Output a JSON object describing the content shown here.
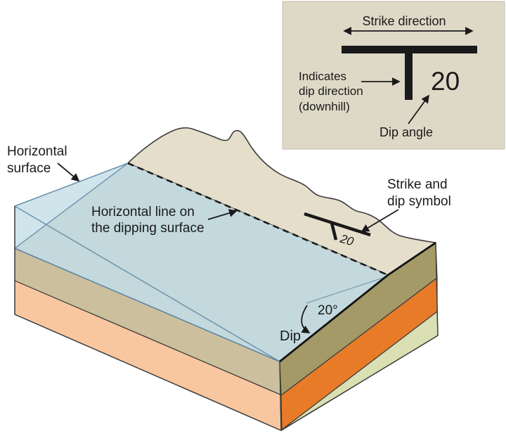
{
  "inset": {
    "strike_direction": "Strike direction",
    "indicates_line1": "Indicates",
    "indicates_line2": "dip direction",
    "indicates_line3": "(downhill)",
    "dip_value": "20",
    "dip_angle_label": "Dip angle"
  },
  "block": {
    "horizontal_surface_line1": "Horizontal",
    "horizontal_surface_line2": "surface",
    "horizontal_line_line1": "Horizontal line on",
    "horizontal_line_line2": "the dipping surface",
    "strike_symbol_line1": "Strike and",
    "strike_symbol_line2": "dip symbol",
    "symbol_dip_value": "20",
    "dip_angle": "20°",
    "dip_label": "Dip"
  },
  "colors": {
    "inset_bg": "#ded9c7",
    "inset_border": "#c6c1ae",
    "terrain": "#e4decb",
    "blue_surface": "#c3d9de",
    "blue_light": "#d0e4ec",
    "tan_layer": "#cbbf9e",
    "peach_layer": "#f9c79f",
    "khaki_layer": "#a49a67",
    "orange_layer": "#e87b28",
    "green_layer": "#dae0b4",
    "blue_edge": "#6d94ad",
    "outline": "#3b3b3b",
    "ink": "#1a1a1a"
  }
}
